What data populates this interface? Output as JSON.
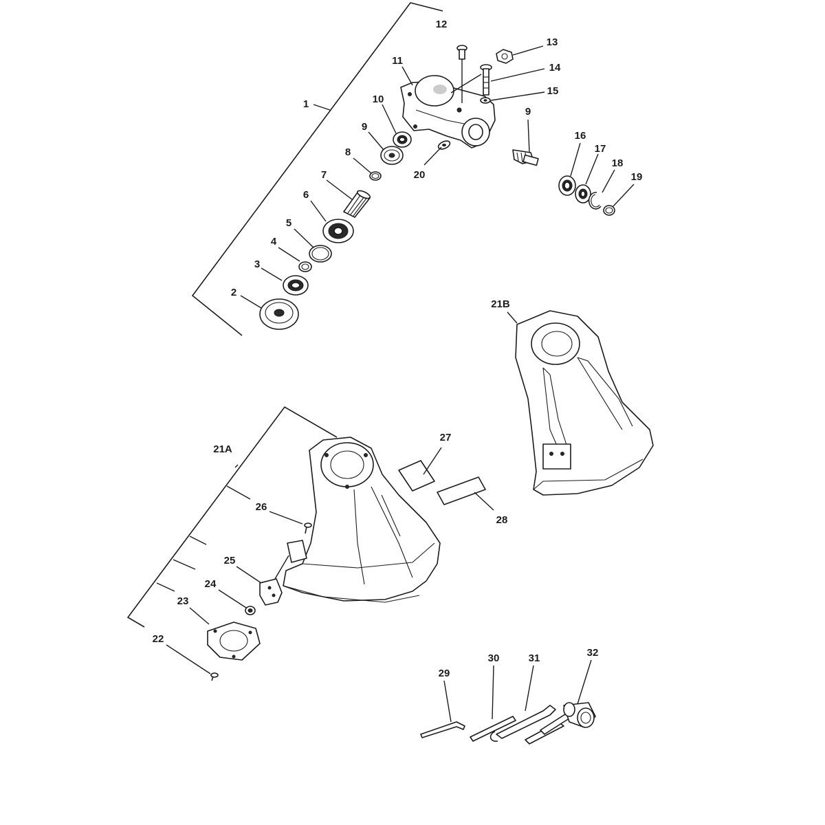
{
  "labels": {
    "p1": "1",
    "p2": "2",
    "p3": "3",
    "p4": "4",
    "p5": "5",
    "p6": "6",
    "p7": "7",
    "p8": "8",
    "p9a": "9",
    "p9b": "9",
    "p10": "10",
    "p11": "11",
    "p12": "12",
    "p13": "13",
    "p14": "14",
    "p15": "15",
    "p16": "16",
    "p17": "17",
    "p18": "18",
    "p19": "19",
    "p20": "20",
    "p21A": "21A",
    "p21B": "21B",
    "p22": "22",
    "p23": "23",
    "p24": "24",
    "p25": "25",
    "p26": "26",
    "p27": "27",
    "p28": "28",
    "p29": "29",
    "p30": "30",
    "p31": "31",
    "p32": "32"
  }
}
